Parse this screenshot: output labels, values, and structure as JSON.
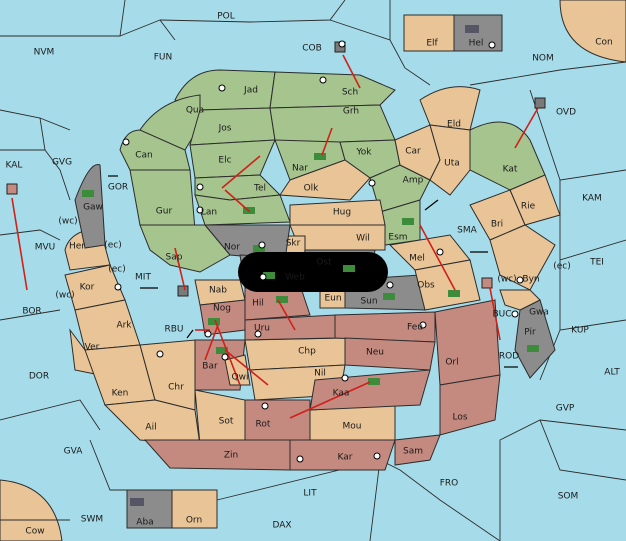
{
  "colors": {
    "sea": "#a6dcea",
    "land_green": "#a6c48e",
    "land_tan": "#e8c497",
    "land_red": "#c48a80",
    "neutral_grey": "#8c8c8c",
    "order_arrow": "#d0201a",
    "army_green": "#3c8c3c"
  },
  "seas": [
    {
      "key": "pol",
      "label": "POL"
    },
    {
      "key": "nvm",
      "label": "NVM"
    },
    {
      "key": "fun",
      "label": "FUN"
    },
    {
      "key": "cob",
      "label": "COB"
    },
    {
      "key": "nom",
      "label": "NOM"
    },
    {
      "key": "con",
      "label": "Con"
    },
    {
      "key": "ovd",
      "label": "OVD"
    },
    {
      "key": "kam",
      "label": "KAM"
    },
    {
      "key": "tei",
      "label": "TEI"
    },
    {
      "key": "kup",
      "label": "KUP"
    },
    {
      "key": "alt",
      "label": "ALT"
    },
    {
      "key": "gvp",
      "label": "GVP"
    },
    {
      "key": "som",
      "label": "SOM"
    },
    {
      "key": "fro",
      "label": "FRO"
    },
    {
      "key": "lit",
      "label": "LIT"
    },
    {
      "key": "dax",
      "label": "DAX"
    },
    {
      "key": "swm",
      "label": "SWM"
    },
    {
      "key": "cow",
      "label": "Cow"
    },
    {
      "key": "gva",
      "label": "GVA"
    },
    {
      "key": "dor",
      "label": "DOR"
    },
    {
      "key": "bor",
      "label": "BOR"
    },
    {
      "key": "kal",
      "label": "KAL"
    },
    {
      "key": "gvg",
      "label": "GVG"
    },
    {
      "key": "mvu",
      "label": "MVU"
    },
    {
      "key": "gor",
      "label": "GOR"
    },
    {
      "key": "mit",
      "label": "MIT"
    },
    {
      "key": "rbu",
      "label": "RBU"
    },
    {
      "key": "sma",
      "label": "SMA"
    },
    {
      "key": "buc",
      "label": "BUC"
    },
    {
      "key": "rod",
      "label": "ROD"
    }
  ],
  "provinces": [
    {
      "key": "jad",
      "label": "Jad"
    },
    {
      "key": "sch",
      "label": "Sch"
    },
    {
      "key": "qua",
      "label": "Qua"
    },
    {
      "key": "jos",
      "label": "Jos"
    },
    {
      "key": "grh",
      "label": "Grh"
    },
    {
      "key": "can",
      "label": "Can"
    },
    {
      "key": "elc",
      "label": "Elc"
    },
    {
      "key": "nar",
      "label": "Nar"
    },
    {
      "key": "yok",
      "label": "Yok"
    },
    {
      "key": "car",
      "label": "Car"
    },
    {
      "key": "eld",
      "label": "Eld"
    },
    {
      "key": "tel",
      "label": "Tel"
    },
    {
      "key": "olk",
      "label": "Olk"
    },
    {
      "key": "amp",
      "label": "Amp"
    },
    {
      "key": "uta",
      "label": "Uta"
    },
    {
      "key": "kat",
      "label": "Kat"
    },
    {
      "key": "gaw",
      "label": "Gaw"
    },
    {
      "key": "gur",
      "label": "Gur"
    },
    {
      "key": "lan",
      "label": "Lan"
    },
    {
      "key": "hug",
      "label": "Hug"
    },
    {
      "key": "rie",
      "label": "Rie"
    },
    {
      "key": "bri",
      "label": "Bri"
    },
    {
      "key": "nor",
      "label": "Nor"
    },
    {
      "key": "wil",
      "label": "Wil"
    },
    {
      "key": "esm",
      "label": "Esm"
    },
    {
      "key": "skr",
      "label": "Skr"
    },
    {
      "key": "sap",
      "label": "Sap"
    },
    {
      "key": "her",
      "label": "Her"
    },
    {
      "key": "ost",
      "label": "Ost"
    },
    {
      "key": "web",
      "label": "Web"
    },
    {
      "key": "mel",
      "label": "Mel"
    },
    {
      "key": "byn",
      "label": "Byn"
    },
    {
      "key": "kor",
      "label": "Kor"
    },
    {
      "key": "nab",
      "label": "Nab"
    },
    {
      "key": "eun",
      "label": "Eun"
    },
    {
      "key": "sun",
      "label": "Sun"
    },
    {
      "key": "obs",
      "label": "Obs"
    },
    {
      "key": "gwa",
      "label": "Gwa"
    },
    {
      "key": "hil",
      "label": "Hil"
    },
    {
      "key": "nog",
      "label": "Nog"
    },
    {
      "key": "ark",
      "label": "Ark"
    },
    {
      "key": "uru",
      "label": "Uru"
    },
    {
      "key": "feu",
      "label": "Feu"
    },
    {
      "key": "pir",
      "label": "Pir"
    },
    {
      "key": "ver",
      "label": "Ver"
    },
    {
      "key": "chp",
      "label": "Chp"
    },
    {
      "key": "neu",
      "label": "Neu"
    },
    {
      "key": "orl",
      "label": "Orl"
    },
    {
      "key": "bar",
      "label": "Bar"
    },
    {
      "key": "qwi",
      "label": "Qwi"
    },
    {
      "key": "nil",
      "label": "Nil"
    },
    {
      "key": "ken",
      "label": "Ken"
    },
    {
      "key": "chr",
      "label": "Chr"
    },
    {
      "key": "kaa",
      "label": "Kaa"
    },
    {
      "key": "los",
      "label": "Los"
    },
    {
      "key": "ail",
      "label": "Ail"
    },
    {
      "key": "sot",
      "label": "Sot"
    },
    {
      "key": "rot",
      "label": "Rot"
    },
    {
      "key": "mou",
      "label": "Mou"
    },
    {
      "key": "zin",
      "label": "Zin"
    },
    {
      "key": "kar",
      "label": "Kar"
    },
    {
      "key": "sam",
      "label": "Sam"
    }
  ],
  "off_map": [
    {
      "key": "elf",
      "label": "Elf"
    },
    {
      "key": "hel",
      "label": "Hel"
    },
    {
      "key": "aba",
      "label": "Aba"
    },
    {
      "key": "orn",
      "label": "Orn"
    }
  ],
  "coast_tags": [
    {
      "key": "c1",
      "label": "(wc)"
    },
    {
      "key": "c2",
      "label": "(ec)"
    },
    {
      "key": "c3",
      "label": "(ec)"
    },
    {
      "key": "c4",
      "label": "(wc)"
    },
    {
      "key": "c5",
      "label": "(wc)"
    },
    {
      "key": "c6",
      "label": "(ec)"
    }
  ]
}
